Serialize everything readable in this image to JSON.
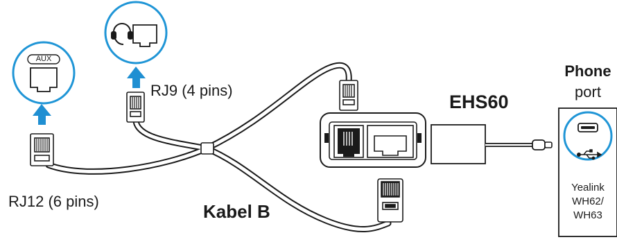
{
  "labels": {
    "rj12": "RJ12 (6 pins)",
    "rj9": "RJ9 (4 pins)",
    "cable": "Kabel B",
    "adapter": "EHS60",
    "phone": "Phone",
    "port": "port",
    "model_line1": "Yealink",
    "model_line2": "WH62/",
    "model_line3": "WH63",
    "aux": "AUX"
  },
  "colors": {
    "circle_stroke": "#1f95d6",
    "arrow": "#1f8fd2",
    "line": "#1a1a1a",
    "cable_fill": "#ffffff"
  },
  "icons": [
    "aux-port-icon",
    "headset-icon",
    "rj9-port-icon",
    "usb-icon",
    "micro-usb-port-icon"
  ]
}
